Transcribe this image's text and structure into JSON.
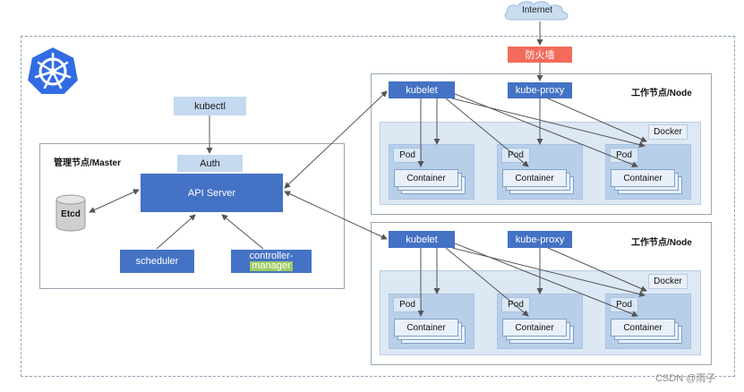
{
  "internet": "Internet",
  "firewall": "防火墙",
  "master": {
    "title": "管理节点/Master",
    "kubectl": "kubectl",
    "auth": "Auth",
    "api_server": "API Server",
    "etcd": "Etcd",
    "scheduler": "scheduler",
    "controller_manager_1": "controller-",
    "controller_manager_2": "manager"
  },
  "nodes": [
    {
      "title": "工作节点/Node",
      "kubelet": "kubelet",
      "kube_proxy": "kube-proxy",
      "docker": "Docker",
      "pods": [
        {
          "label": "Pod",
          "container": "Container"
        },
        {
          "label": "Pod",
          "container": "Container"
        },
        {
          "label": "Pod",
          "container": "Container"
        }
      ]
    },
    {
      "title": "工作节点/Node",
      "kubelet": "kubelet",
      "kube_proxy": "kube-proxy",
      "docker": "Docker",
      "pods": [
        {
          "label": "Pod",
          "container": "Container"
        },
        {
          "label": "Pod",
          "container": "Container"
        },
        {
          "label": "Pod",
          "container": "Container"
        }
      ]
    }
  ],
  "watermark": "CSDN @雨子",
  "colors": {
    "component": "#4472c4",
    "light_component": "#c5d9f0",
    "firewall": "#f26b5b",
    "logo": "#326ce5"
  },
  "icons": [
    "kubernetes-logo-icon",
    "cloud-icon",
    "database-icon"
  ]
}
